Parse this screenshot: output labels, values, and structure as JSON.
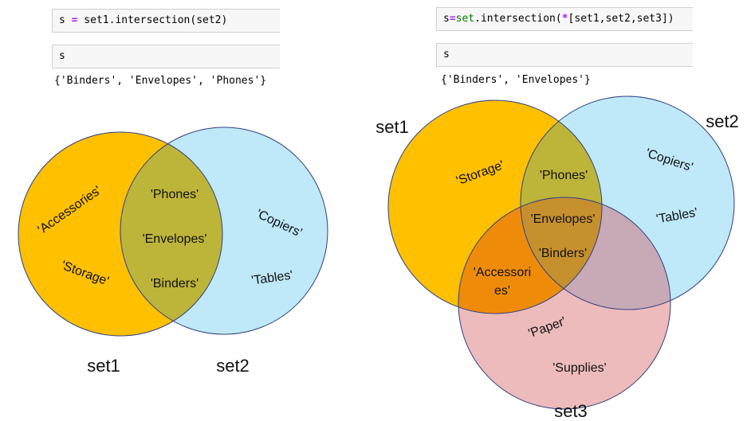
{
  "left": {
    "code_line": {
      "var": "s",
      "op": "=",
      "rest": " set1.intersection(set2)"
    },
    "input2": "s",
    "output": "{'Binders', 'Envelopes', 'Phones'}",
    "venn": {
      "set_names": [
        "set1",
        "set2"
      ],
      "only_set1": [
        "'Accessories'",
        "'Storage'"
      ],
      "intersection": [
        "'Phones'",
        "'Envelopes'",
        "'Binders'"
      ],
      "only_set2": [
        "'Copiers'",
        "'Tables'"
      ]
    }
  },
  "right": {
    "code_line": {
      "var": "s",
      "op": "=",
      "kw": "set",
      "mid": ".intersection(",
      "star": "*",
      "rest": "[set1,set2,set3])"
    },
    "input2": "s",
    "output": "{'Binders', 'Envelopes'}",
    "venn": {
      "set_names": [
        "set1",
        "set2",
        "set3"
      ],
      "only_set1": [
        "'Storage'"
      ],
      "set1_set2": [
        "'Phones'"
      ],
      "all_three": [
        "'Envelopes'",
        "'Binders'"
      ],
      "only_set2": [
        "'Copiers'",
        "'Tables'"
      ],
      "set1_set3": [
        "'Accessori",
        "es'"
      ],
      "only_set3": [
        "'Paper'",
        "'Supplies'"
      ]
    }
  },
  "colors": {
    "set1": "#FFC000",
    "set2": "#BFE9F9",
    "set3": "#EDBBBB",
    "s12": "#BDB43A",
    "s13": "#EE8C0A",
    "s23": "#C7AAB6",
    "s123": "#C6902E"
  }
}
